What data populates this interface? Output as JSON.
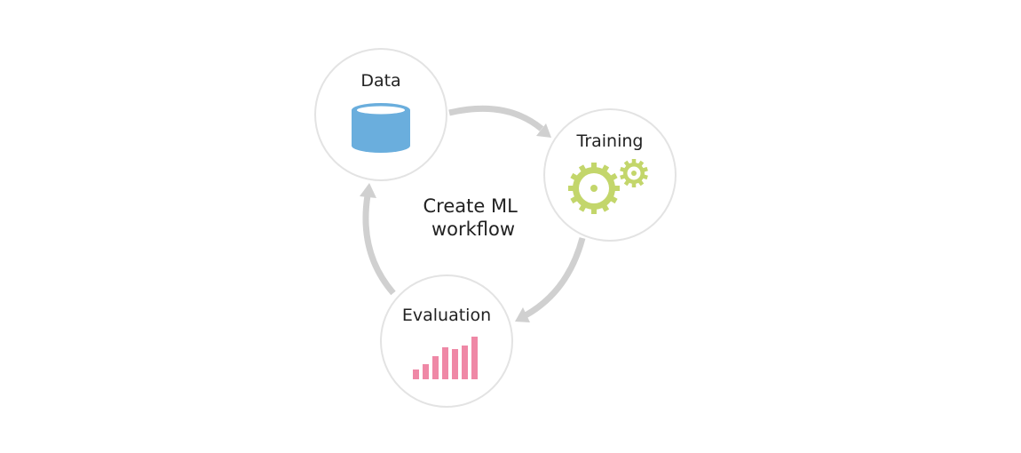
{
  "diagram": {
    "center_title": [
      "Create ML",
      "workflow"
    ],
    "nodes": {
      "data": {
        "label": "Data",
        "icon": "database-icon",
        "icon_color": "#6aaedd"
      },
      "training": {
        "label": "Training",
        "icon": "gears-icon",
        "icon_color": "#c3d66b"
      },
      "evaluation": {
        "label": "Evaluation",
        "icon": "bar-chart-icon",
        "icon_color": "#ef88a6"
      }
    },
    "evaluation_bars": [
      0.22,
      0.34,
      0.52,
      0.72,
      0.68,
      0.76,
      0.96
    ],
    "circle_border_color": "#e3e3e3",
    "arrow_color": "#d0d0d0"
  }
}
